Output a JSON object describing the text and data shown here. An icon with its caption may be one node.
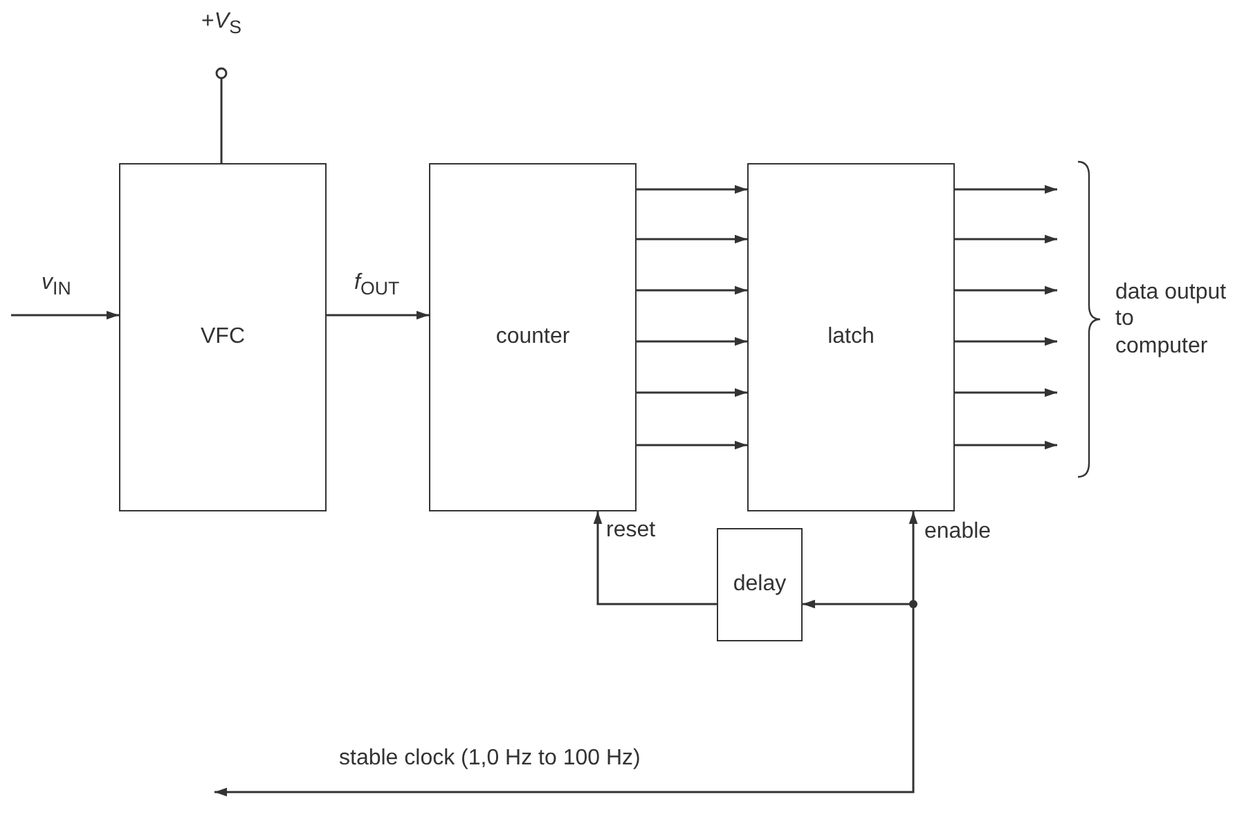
{
  "diagram": {
    "nodes": [
      {
        "text": [
          "+*V*$_{S}$"
        ]
      },
      {
        "text": [
          "VFC"
        ]
      },
      {
        "text": [
          "counter"
        ]
      },
      {
        "text": [
          "latch"
        ]
      },
      {
        "text": [
          "delay"
        ]
      },
      {
        "text": [
          "data output to computer"
        ]
      }
    ],
    "edges": [
      {
        "from": 0,
        "to": 1,
        "arrow": "none"
      },
      {
        "from": null,
        "to": 1,
        "arrow": "to",
        "label": "*v*$_{IN}$"
      },
      {
        "from": 1,
        "to": 2,
        "arrow": "to",
        "label": "*f*$_{OUT}$"
      },
      {
        "from": 2,
        "to": 3,
        "arrow": "to"
      },
      {
        "from": 2,
        "to": 3,
        "arrow": "to"
      },
      {
        "from": 2,
        "to": 3,
        "arrow": "to"
      },
      {
        "from": 2,
        "to": 3,
        "arrow": "to"
      },
      {
        "from": 2,
        "to": 3,
        "arrow": "to"
      },
      {
        "from": 2,
        "to": 3,
        "arrow": "to"
      },
      {
        "from": 3,
        "to": 5,
        "arrow": "to"
      },
      {
        "from": 3,
        "to": 5,
        "arrow": "to"
      },
      {
        "from": 3,
        "to": 5,
        "arrow": "to"
      },
      {
        "from": 3,
        "to": 5,
        "arrow": "to"
      },
      {
        "from": 3,
        "to": 5,
        "arrow": "to"
      },
      {
        "from": 3,
        "to": 5,
        "arrow": "to"
      },
      {
        "from": 4,
        "to": 2,
        "arrow": "to",
        "label": "reset"
      },
      {
        "from": null,
        "to": 4,
        "arrow": "to"
      },
      {
        "from": null,
        "to": 3,
        "arrow": "both",
        "label": "stable clock (1,0 Hz to 100 Hz)"
      }
    ],
    "labels": [
      "enable"
    ]
  }
}
